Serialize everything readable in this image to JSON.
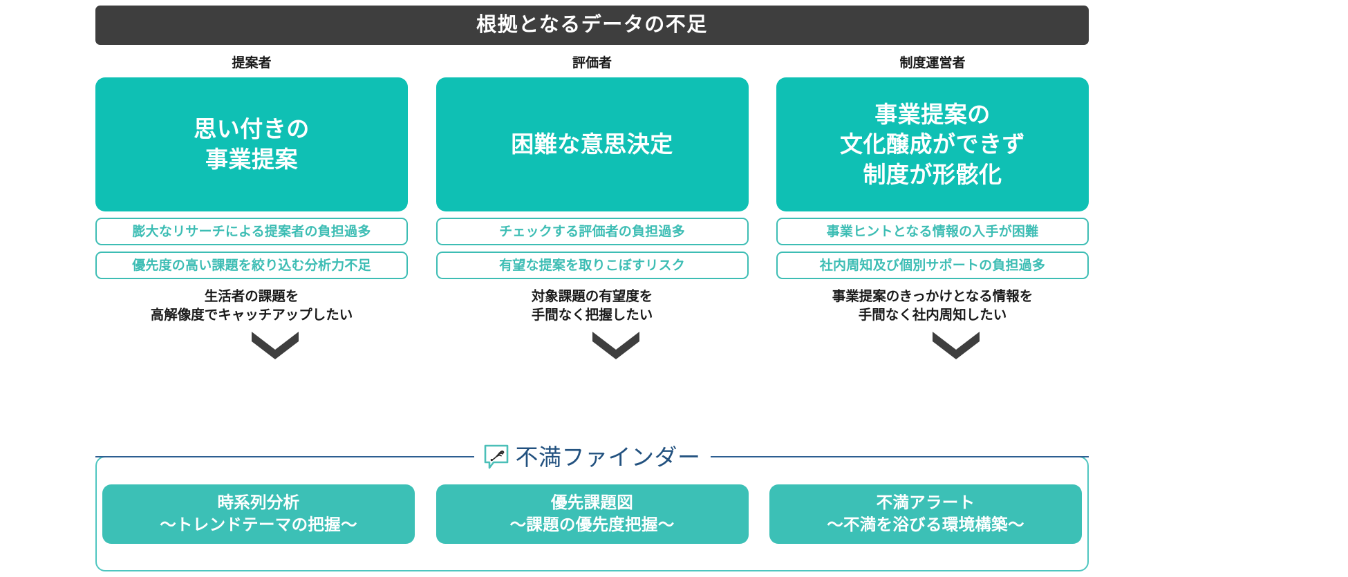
{
  "header": {
    "title": "根拠となるデータの不足"
  },
  "colors": {
    "banner_bg": "#3e3e3e",
    "teal_solid": "#0fc0b4",
    "teal_outline": "#3dbdb4",
    "teal_panel": "#3cc0b6",
    "brand_navy": "#22517f",
    "text_dark": "#1a1a1a",
    "white": "#ffffff"
  },
  "columns": [
    {
      "role_label": "提案者",
      "problem": "思い付きの\n事業提案",
      "pains": [
        "膨大なリサーチによる提案者の負担過多",
        "優先度の高い課題を絞り込む分析力不足"
      ],
      "need": "生活者の課題を\n高解像度でキャッチアップしたい",
      "arrow_icon": "chevron-down-icon"
    },
    {
      "role_label": "評価者",
      "problem": "困難な意思決定",
      "pains": [
        "チェックする評価者の負担過多",
        "有望な提案を取りこぼすリスク"
      ],
      "need": "対象課題の有望度を\n手間なく把握したい",
      "arrow_icon": "chevron-down-icon"
    },
    {
      "role_label": "制度運営者",
      "problem": "事業提案の\n文化醸成ができず\n制度が形骸化",
      "pains": [
        "事業ヒントとなる情報の入手が困難",
        "社内周知及び個別サポートの負担過多"
      ],
      "need": "事業提案のきっかけとなる情報を\n手間なく社内周知したい",
      "arrow_icon": "chevron-down-icon"
    }
  ],
  "brand": {
    "icon": "speech-bubble-scribble-icon",
    "name": "不満ファインダー"
  },
  "products": [
    {
      "text": "時系列分析\n〜トレンドテーマの把握〜"
    },
    {
      "text": "優先課題図\n〜課題の優先度把握〜"
    },
    {
      "text": "不満アラート\n〜不満を浴びる環境構築〜"
    }
  ]
}
